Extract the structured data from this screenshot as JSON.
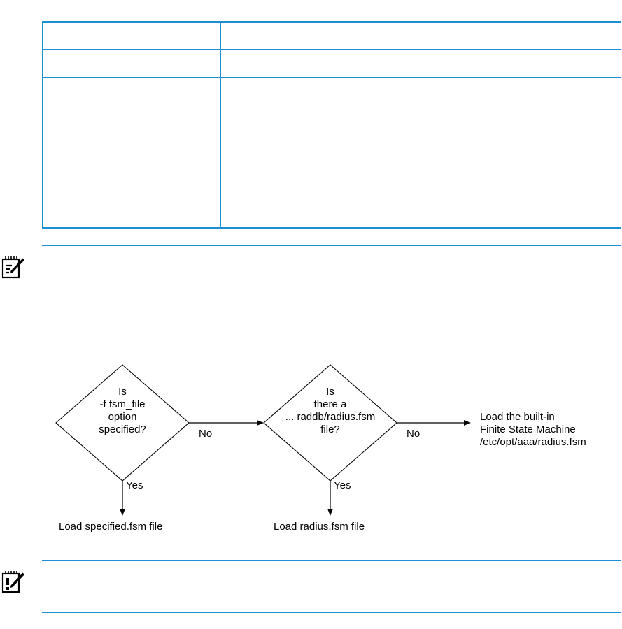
{
  "table": {
    "rows": [
      {
        "col1": "",
        "col2": ""
      },
      {
        "col1": "",
        "col2": ""
      },
      {
        "col1": "",
        "col2": ""
      },
      {
        "col1": "",
        "col2": ""
      },
      {
        "col1": "",
        "col2": ""
      }
    ]
  },
  "icons": {
    "note": "note-pencil-icon",
    "important": "important-pencil-icon"
  },
  "flowchart": {
    "decision1": [
      "Is",
      "-f fsm_file",
      "option",
      "specified?"
    ],
    "decision2": [
      "Is",
      "there a",
      "... raddb/radius.fsm",
      "file?"
    ],
    "no1": "No",
    "no2": "No",
    "yes1": "Yes",
    "yes2": "Yes",
    "result1": "Load specified.fsm file",
    "result2": "Load radius.fsm file",
    "result3": [
      "Load the built-in",
      "Finite State Machine",
      "/etc/opt/aaa/radius.fsm"
    ]
  }
}
